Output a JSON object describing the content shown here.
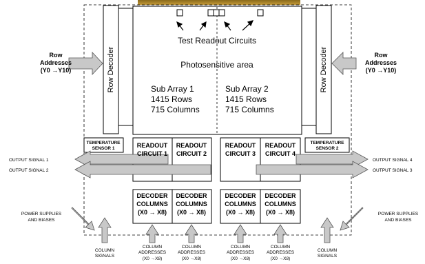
{
  "diagram": {
    "photosensitive_area": "Photosensitive area",
    "test_readout": "Test Readout Circuits",
    "row_decoder": "Row Decoder",
    "row_addresses_title": "Row",
    "row_addresses_title2": "Addresses",
    "row_addresses_range": "(Y0 →Y10)",
    "sub_array_1": {
      "name": "Sub Array 1",
      "rows": "1415 Rows",
      "cols": "715 Columns"
    },
    "sub_array_2": {
      "name": "Sub Array 2",
      "rows": "1415 Rows",
      "cols": "715 Columns"
    },
    "temp_sensor_1": {
      "l1": "TEMPERATURE",
      "l2": "SENSOR 1"
    },
    "temp_sensor_2": {
      "l1": "TEMPERATURE",
      "l2": "SENSOR 2"
    },
    "readout": {
      "r1": {
        "l1": "READOUT",
        "l2": "CIRCUIT 1"
      },
      "r2": {
        "l1": "READOUT",
        "l2": "CIRCUIT 2"
      },
      "r3": {
        "l1": "READOUT",
        "l2": "CIRCUIT 3"
      },
      "r4": {
        "l1": "READOUT",
        "l2": "CIRCUIT 4"
      }
    },
    "decoder": {
      "l1": "DECODER",
      "l2": "COLUMNS",
      "l3": "(X0 → X8)"
    },
    "output": {
      "s1": "OUTPUT SIGNAL 1",
      "s2": "OUTPUT SIGNAL 2",
      "s3": "OUTPUT SIGNAL 3",
      "s4": "OUTPUT SIGNAL 4"
    },
    "power": {
      "l1": "POWER SUPPLIES",
      "l2": "AND BIASES"
    },
    "column_signals": {
      "l1": "COLUMN",
      "l2": "SIGNALS"
    },
    "column_addresses": {
      "l1": "COLUMN",
      "l2": "ADDRESSES",
      "l3": "(X0 →X8)"
    }
  }
}
